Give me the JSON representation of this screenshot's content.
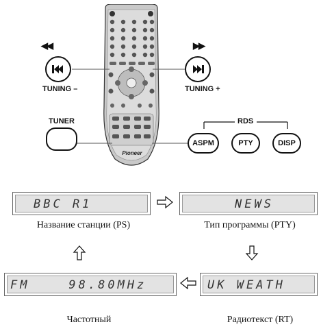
{
  "remote": {
    "brand": "Pioneer"
  },
  "tuning": {
    "left_label": "TUNING –",
    "right_label": "TUNING +",
    "left_arrows": "◀◀",
    "right_arrows": "▶▶"
  },
  "tuner": {
    "label": "TUNER"
  },
  "rds": {
    "group_label": "RDS",
    "buttons": [
      "ASPM",
      "PTY",
      "DISP"
    ]
  },
  "displays": {
    "ps": {
      "text": "BBC R1",
      "caption": "Название станции (PS)"
    },
    "pty": {
      "text": "NEWS",
      "caption": "Тип программы (PTY)"
    },
    "freq": {
      "text": "FM    98.80MHz",
      "caption": "Частотный"
    },
    "rt": {
      "text": "UK WEATH",
      "caption": "Радиотекст (RT)"
    }
  }
}
